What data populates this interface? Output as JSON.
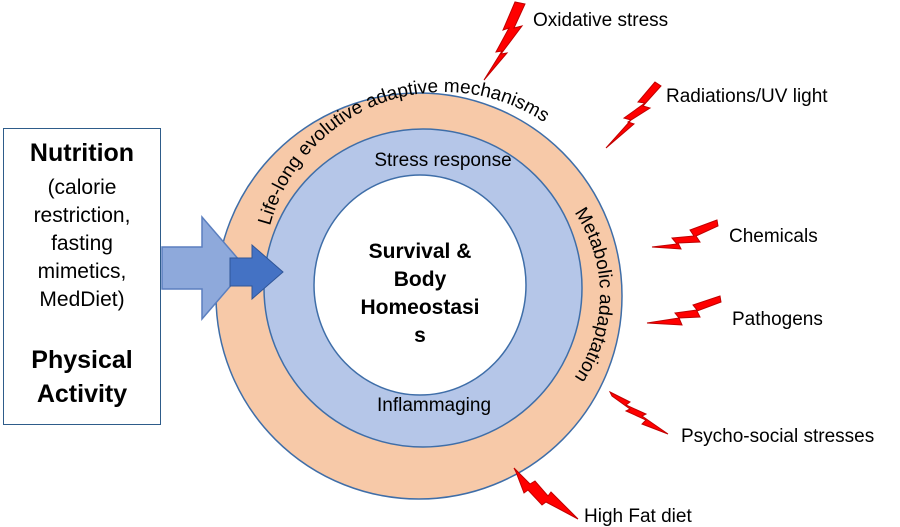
{
  "nutrition": {
    "title": "Nutrition",
    "lines": [
      "(calorie",
      "restriction,",
      "fasting",
      "mimetics,",
      "MedDiet)"
    ]
  },
  "physical_activity": {
    "lines": [
      "Physical",
      "Activity"
    ]
  },
  "outer_ring": {
    "parts": [
      "Life-long",
      "evolutive adaptive",
      "mechanisms"
    ]
  },
  "middle_ring": {
    "top": "Stress response",
    "right": "Metabolic adaptation",
    "bottom": "Inflammaging"
  },
  "center": {
    "lines": [
      "Survival &",
      "Body",
      "Homeostasi",
      "s"
    ]
  },
  "stressors": [
    "Oxidative stress",
    "Radiations/UV light",
    "Chemicals",
    "Pathogens",
    "Psycho-social stresses",
    "High Fat diet"
  ],
  "colors": {
    "outer_ring": "#f7c9a8",
    "middle_ring": "#b5c6e8",
    "ring_border": "#3f6ea8",
    "arrow_big": "#8ea9db",
    "arrow_small": "#4472c4",
    "lightning": "#ff0000",
    "box_border": "#2e5c8a"
  }
}
